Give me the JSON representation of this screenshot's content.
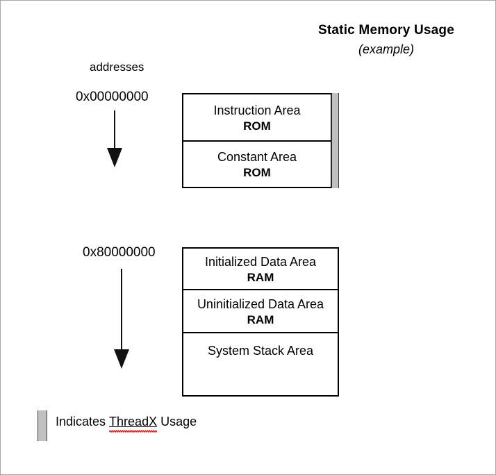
{
  "title": {
    "main": "Static Memory Usage",
    "sub": "(example)"
  },
  "addresses": {
    "column_label": "addresses",
    "rom_start": "0x00000000",
    "ram_start": "0x80000000"
  },
  "rom_block": {
    "segments": [
      {
        "name": "Instruction Area",
        "type": "ROM"
      },
      {
        "name": "Constant Area",
        "type": "ROM"
      }
    ]
  },
  "ram_block": {
    "segments": [
      {
        "name": "Initialized Data Area",
        "type": "RAM"
      },
      {
        "name": "Uninitialized Data Area",
        "type": "RAM"
      },
      {
        "name": "System Stack Area",
        "type": ""
      }
    ]
  },
  "legend": {
    "prefix": "Indicates ",
    "product": "ThreadX",
    "suffix": " Usage"
  },
  "colors": {
    "threadx_gray": "#c0c0c0",
    "bar_border": "#3a3a3a",
    "outline": "#000000",
    "page_border": "#a8a8a8",
    "spellcheck_red": "#ee1111"
  }
}
